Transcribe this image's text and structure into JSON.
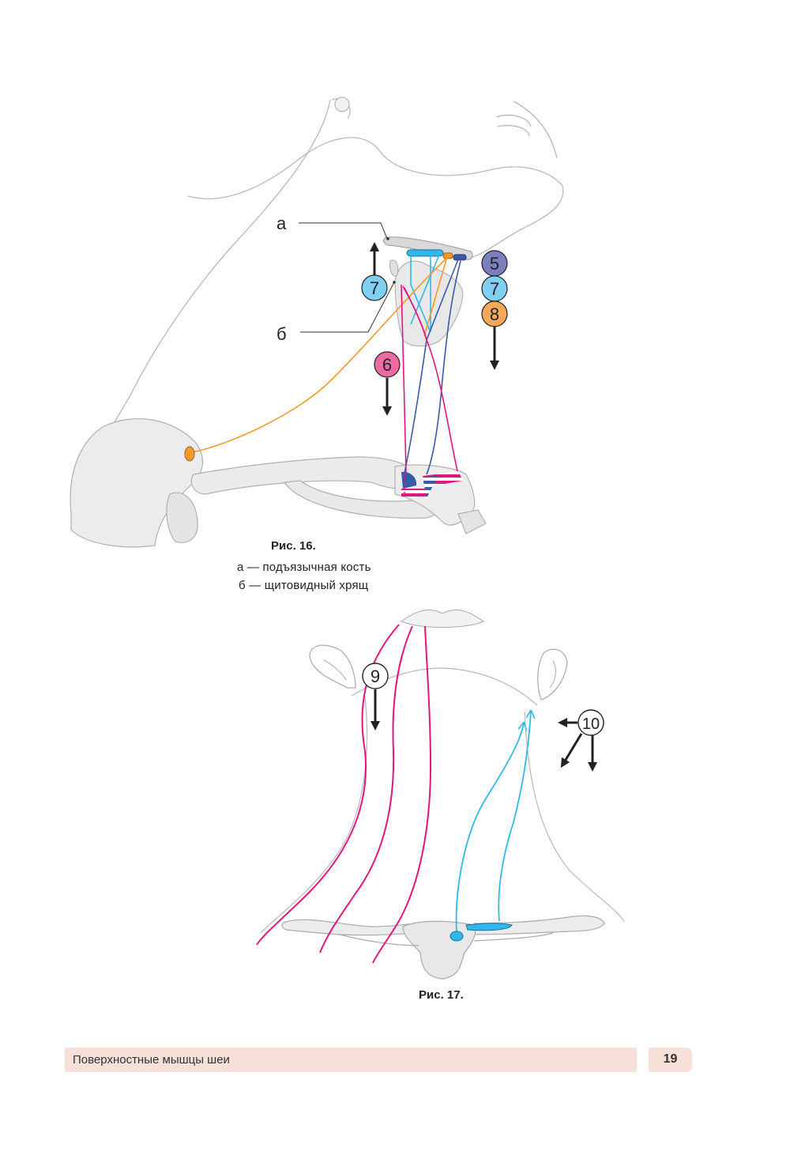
{
  "figure16": {
    "label_a": "а",
    "label_b": "б",
    "markers": {
      "m5": "5",
      "m7_left": "7",
      "m7_right": "7",
      "m8": "8",
      "m6": "6"
    },
    "caption": {
      "title": "Рис. 16.",
      "line_a": "а — подъязычная кость",
      "line_b": "б — щитовидный хрящ"
    }
  },
  "figure17": {
    "markers": {
      "m9": "9",
      "m10": "10"
    },
    "caption": {
      "title": "Рис. 17."
    }
  },
  "footer": {
    "section_title": "Поверхностные мышцы шеи",
    "page_number": "19"
  },
  "colors": {
    "magenta": "#e0167f",
    "cyan": "#2fb8e8",
    "dark_blue": "#3a5aa8",
    "orange": "#f29a2e",
    "marker_purple": "#7b7fc0",
    "marker_light_blue": "#7fd0f2",
    "marker_orange": "#f6a85a",
    "marker_pink": "#ee6aa4",
    "bone": "#ececec",
    "footer_bg": "#f6e0d8"
  },
  "icons": [
    "arrow-up-icon",
    "arrow-down-icon",
    "arrow-left-icon",
    "arrow-down-left-icon"
  ]
}
